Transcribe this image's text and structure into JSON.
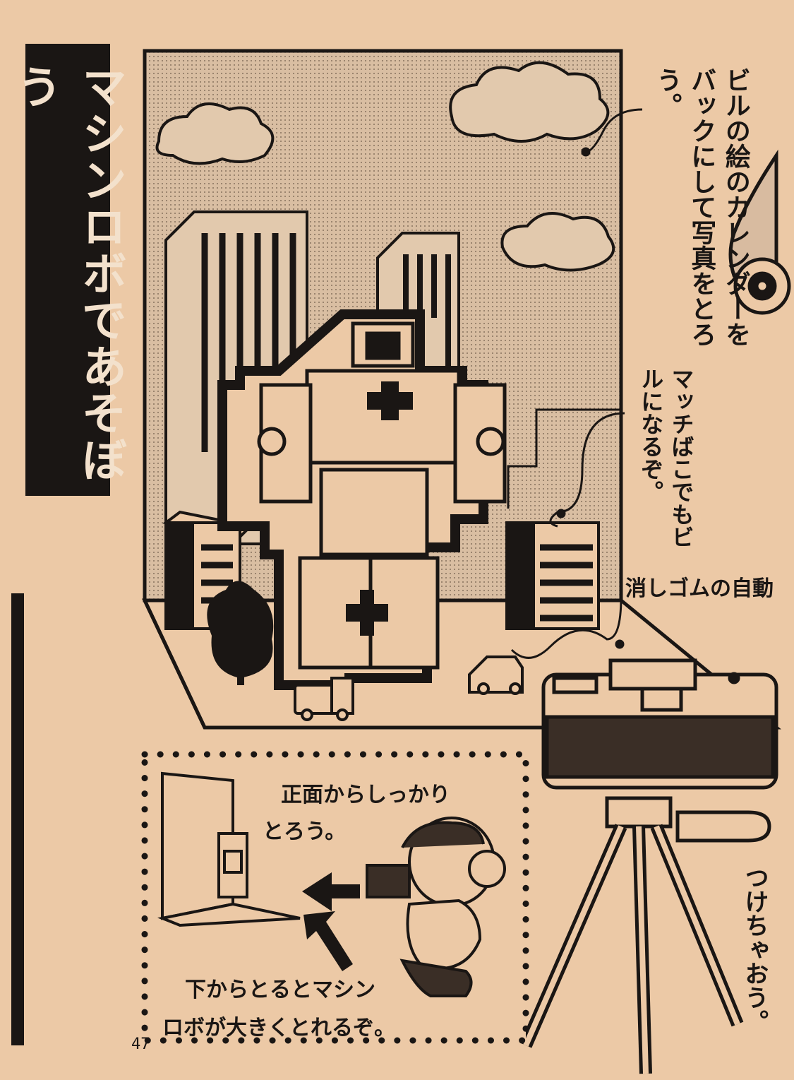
{
  "title": "マシンロボであそぼう",
  "captions": {
    "backdrop": "ビルの絵のカレンダーをバックにして写真をとろう。",
    "matchbox": "マッチばこでもビルになるぞ。",
    "eraser_car": "消しゴムの自動",
    "tripod": "つけちゃおう。"
  },
  "inset": {
    "line1": "正面からしっかり",
    "line2": "とろう。",
    "line3": "下からとるとマシン",
    "line4": "ロボが大きくとれるぞ。"
  },
  "page_number": "47",
  "colors": {
    "paper": "#ecc9a6",
    "ink": "#1a1614",
    "backdrop_tone": "#d2b79b"
  }
}
